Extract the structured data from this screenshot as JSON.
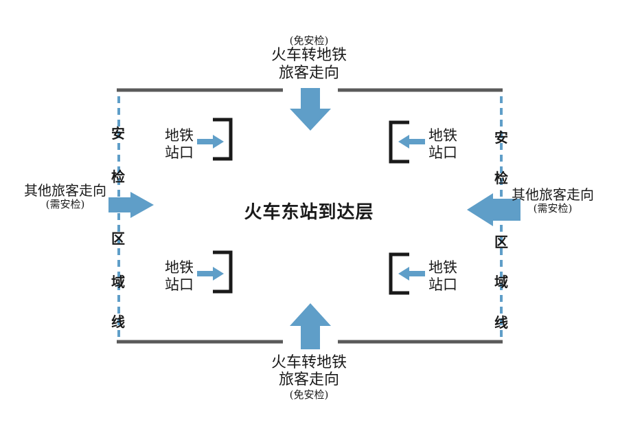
{
  "title": "火车东站到达层",
  "top_entry": {
    "note": "(免安检)",
    "line1": "火车转地铁",
    "line2": "旅客走向"
  },
  "bottom_entry": {
    "line1": "火车转地铁",
    "line2": "旅客走向",
    "note": "(免安检)"
  },
  "left_entry": {
    "line1": "其他旅客走向",
    "note": "(需安检)"
  },
  "right_entry": {
    "line1": "其他旅客走向",
    "note": "(需安检)"
  },
  "security_line_chars": [
    "安",
    "检",
    "区",
    "域",
    "线"
  ],
  "station": {
    "line1": "地铁",
    "line2": "站口"
  },
  "colors": {
    "arrow": "#5f9ec8",
    "wall": "#5a5a5a",
    "dashed_line": "#5f9ec8",
    "bracket": "#1a1a1a"
  }
}
